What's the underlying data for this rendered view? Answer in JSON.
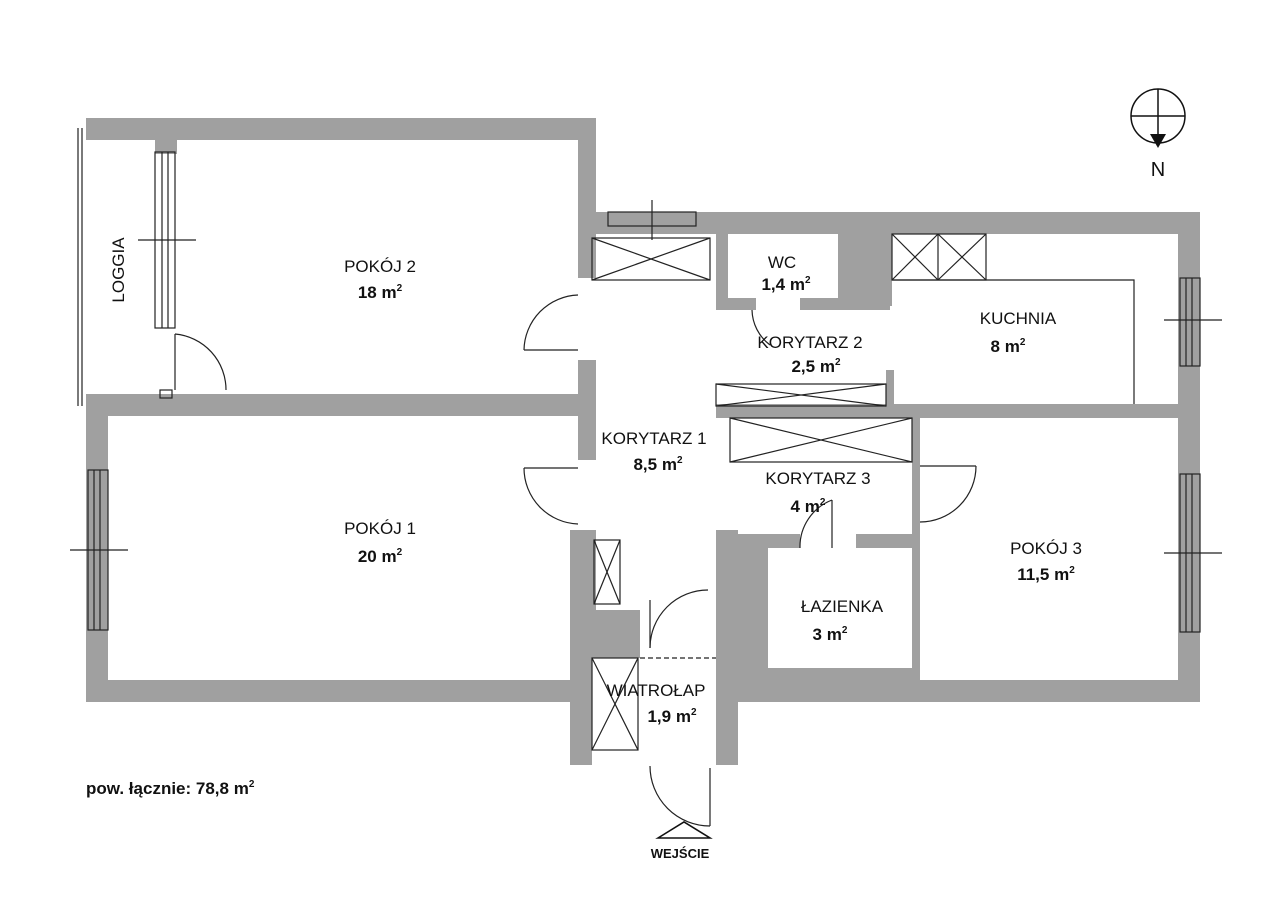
{
  "plan": {
    "unit_symbol": "m",
    "unit_exponent": "2",
    "rooms": [
      {
        "key": "pokoj2",
        "name": "POKÓJ 2",
        "area": "18"
      },
      {
        "key": "pokoj1",
        "name": "POKÓJ 1",
        "area": "20"
      },
      {
        "key": "pokoj3",
        "name": "POKÓJ 3",
        "area": "11,5"
      },
      {
        "key": "wc",
        "name": "WC",
        "area": "1,4"
      },
      {
        "key": "kuchnia",
        "name": "KUCHNIA",
        "area": "8"
      },
      {
        "key": "korytarz1",
        "name": "KORYTARZ 1",
        "area": "8,5"
      },
      {
        "key": "korytarz2",
        "name": "KORYTARZ 2",
        "area": "2,5"
      },
      {
        "key": "korytarz3",
        "name": "KORYTARZ 3",
        "area": "4"
      },
      {
        "key": "lazienka",
        "name": "ŁAZIENKA",
        "area": "3"
      },
      {
        "key": "wiatrolap",
        "name": "WIATROŁAP",
        "area": "1,9"
      }
    ],
    "loggia_label": "LOGGIA",
    "total_label": "pow. łącznie: 78,8 m",
    "entrance_label": "WEJŚCIE",
    "north_label": "N",
    "colors": {
      "wall": "#a0a0a0",
      "line": "#222222"
    }
  }
}
